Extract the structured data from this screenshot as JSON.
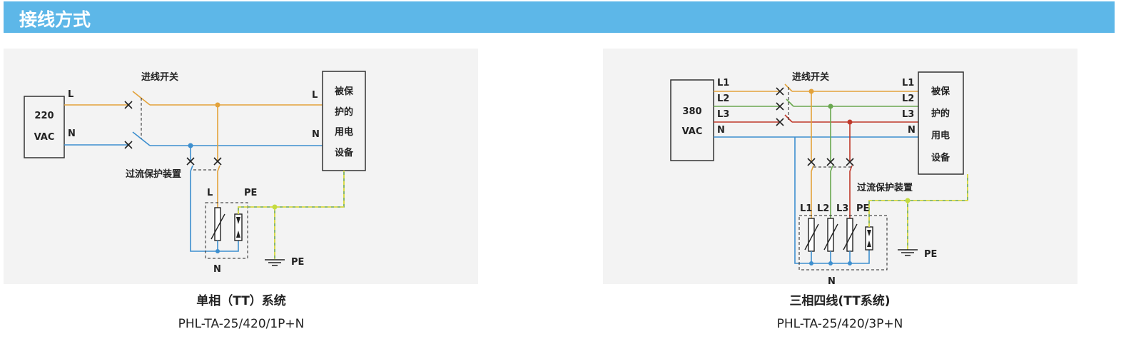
{
  "header": {
    "title": "接线方式"
  },
  "colors": {
    "title_bar": "#5db7e8",
    "L": "#e3a23a",
    "L1": "#e3a23a",
    "L2": "#6aa84f",
    "L3": "#c0392b",
    "N": "#3d8fcf",
    "PE": "#b8d830",
    "panel": "#f3f3f3"
  },
  "left_diagram": {
    "source_box": [
      "220",
      "VAC"
    ],
    "source_labels": [
      "L",
      "N"
    ],
    "switch_label": "进线开关",
    "overcurrent_label": "过流保护装置",
    "load_box": [
      "被保",
      "护的",
      "用电",
      "设备"
    ],
    "load_labels": [
      "L",
      "N"
    ],
    "spd_labels": [
      "L",
      "PE",
      "N"
    ],
    "ground_label": "PE",
    "caption": "单相（TT）系统",
    "model": "PHL-TA-25/420/1P+N"
  },
  "right_diagram": {
    "source_box": [
      "380",
      "VAC"
    ],
    "source_labels": [
      "L1",
      "L2",
      "L3",
      "N"
    ],
    "switch_label": "进线开关",
    "overcurrent_label": "过流保护装置",
    "load_box": [
      "被保",
      "护的",
      "用电",
      "设备"
    ],
    "load_labels": [
      "L1",
      "L2",
      "L3",
      "N"
    ],
    "spd_labels": [
      "L1",
      "L2",
      "L3",
      "PE",
      "N"
    ],
    "ground_label": "PE",
    "caption": "三相四线(TT系统)",
    "model": "PHL-TA-25/420/3P+N"
  }
}
